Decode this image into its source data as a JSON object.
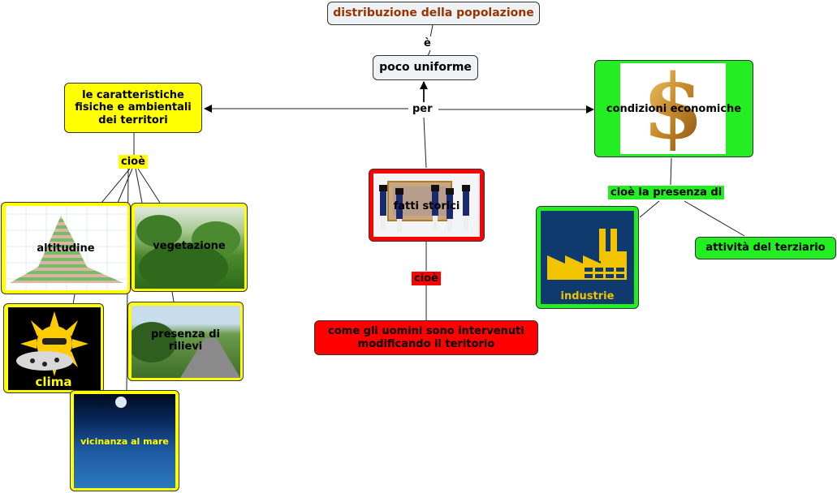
{
  "colors": {
    "yellow": "#ffff00",
    "green": "#22ee22",
    "red": "#ff0000",
    "title_text": "#993300",
    "node_gray": "#eef2f4"
  },
  "nodes": {
    "title": "distribuzione della popolazione",
    "uniform": "poco uniforme",
    "physical": "le caratteristiche fisiche e ambientali dei territori",
    "economic": "condizioni economiche",
    "historic": "fatti storici",
    "humans": "come gli uomini sono intervenuti modificando il teritorio",
    "industries": "industrie",
    "tertiary": "attività del terziario",
    "altitude": "altitudine",
    "vegetation": "vegetazione",
    "climate": "clima",
    "reliefs": "presenza di rilievi",
    "sea": "vicinanza al mare"
  },
  "labels": {
    "e": "è",
    "per": "per",
    "cioe_yellow": "cioè",
    "cioe_red": "cioè",
    "cioe_green": "cioè la presenza di"
  },
  "icons": {
    "dollar": "dollar-sign-icon",
    "factory": "factory-icon",
    "sun": "sun-icon"
  }
}
